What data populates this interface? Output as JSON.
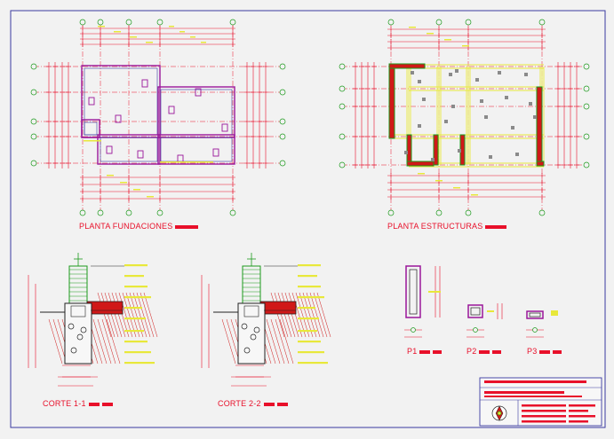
{
  "sheet": {
    "colors": {
      "background": "#f2f2f2",
      "frame": "#3a3aa0",
      "wall": "#9a169a",
      "dimension": "#e8102a",
      "axis": "#e8102a",
      "beam": "#e8e83a",
      "column": "#1c9a1c",
      "hatch": "#d01818",
      "text": "#e8102a"
    }
  },
  "views": {
    "foundation_plan": {
      "title": "PLANTA FUNDACIONES"
    },
    "structure_plan": {
      "title": "PLANTA ESTRUCTURAS"
    },
    "section_1": {
      "title": "CORTE 1-1"
    },
    "section_2": {
      "title": "CORTE 2-2"
    },
    "column_p1": {
      "title": "P1"
    },
    "column_p2": {
      "title": "P2"
    },
    "column_p3": {
      "title": "P3"
    }
  },
  "title_block": {
    "logo": "compass-logo-icon"
  }
}
